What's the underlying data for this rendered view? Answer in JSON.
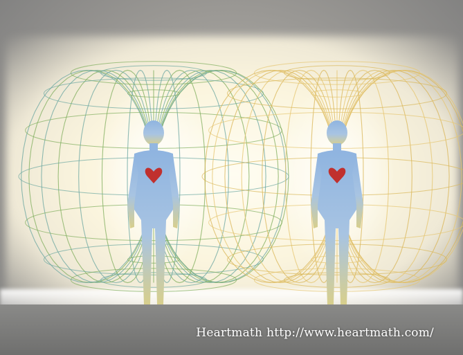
{
  "caption": {
    "source_name": "Heartmath",
    "url": "http://www.heartmath.com/"
  },
  "colors": {
    "left_field": "#6aa6a0",
    "left_field_inner": "#7fae5c",
    "right_field": "#d9b657",
    "right_field_inner": "#e6c670",
    "figure_body": "#8fb4e0",
    "figure_lower": "#d8cf8c",
    "heart": "#c0302e"
  },
  "figures": [
    {
      "name": "left-person"
    },
    {
      "name": "right-person"
    }
  ]
}
